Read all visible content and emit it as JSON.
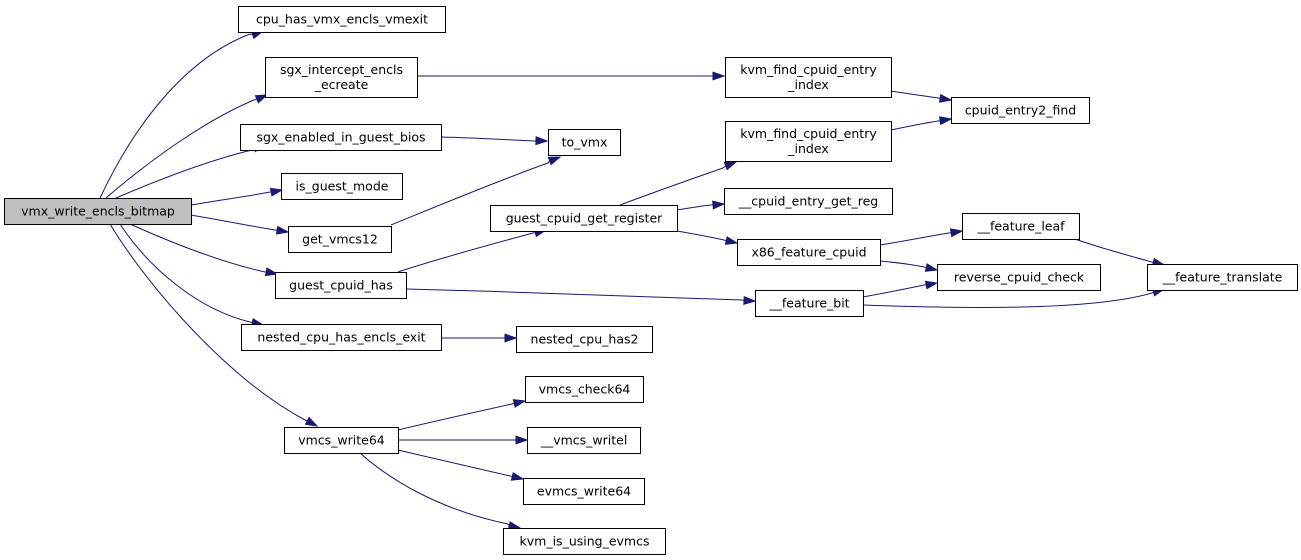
{
  "diagram": {
    "edge_color": "#191970",
    "root_fill": "#bfbfbf",
    "nodes": [
      {
        "id": "vmx_write_encls_bitmap",
        "lines": [
          "vmx_write_encls_bitmap"
        ],
        "root": true
      },
      {
        "id": "cpu_has_vmx_encls_vmexit",
        "lines": [
          "cpu_has_vmx_encls_vmexit"
        ]
      },
      {
        "id": "sgx_intercept_encls_ecreate",
        "lines": [
          "sgx_intercept_encls",
          "_ecreate"
        ]
      },
      {
        "id": "sgx_enabled_in_guest_bios",
        "lines": [
          "sgx_enabled_in_guest_bios"
        ]
      },
      {
        "id": "is_guest_mode",
        "lines": [
          "is_guest_mode"
        ]
      },
      {
        "id": "get_vmcs12",
        "lines": [
          "get_vmcs12"
        ]
      },
      {
        "id": "guest_cpuid_has",
        "lines": [
          "guest_cpuid_has"
        ]
      },
      {
        "id": "nested_cpu_has_encls_exit",
        "lines": [
          "nested_cpu_has_encls_exit"
        ]
      },
      {
        "id": "vmcs_write64",
        "lines": [
          "vmcs_write64"
        ]
      },
      {
        "id": "kvm_find_cpuid_entry_index_1",
        "lines": [
          "kvm_find_cpuid_entry",
          "_index"
        ]
      },
      {
        "id": "to_vmx",
        "lines": [
          "to_vmx"
        ]
      },
      {
        "id": "guest_cpuid_get_register",
        "lines": [
          "guest_cpuid_get_register"
        ]
      },
      {
        "id": "nested_cpu_has2",
        "lines": [
          "nested_cpu_has2"
        ]
      },
      {
        "id": "vmcs_check64",
        "lines": [
          "vmcs_check64"
        ]
      },
      {
        "id": "__vmcs_writel",
        "lines": [
          "__vmcs_writel"
        ]
      },
      {
        "id": "evmcs_write64",
        "lines": [
          "evmcs_write64"
        ]
      },
      {
        "id": "kvm_is_using_evmcs",
        "lines": [
          "kvm_is_using_evmcs"
        ]
      },
      {
        "id": "kvm_find_cpuid_entry_index_2",
        "lines": [
          "kvm_find_cpuid_entry",
          "_index"
        ]
      },
      {
        "id": "__cpuid_entry_get_reg",
        "lines": [
          "__cpuid_entry_get_reg"
        ]
      },
      {
        "id": "x86_feature_cpuid",
        "lines": [
          "x86_feature_cpuid"
        ]
      },
      {
        "id": "__feature_bit",
        "lines": [
          "__feature_bit"
        ]
      },
      {
        "id": "cpuid_entry2_find",
        "lines": [
          "cpuid_entry2_find"
        ]
      },
      {
        "id": "__feature_leaf",
        "lines": [
          "__feature_leaf"
        ]
      },
      {
        "id": "reverse_cpuid_check",
        "lines": [
          "reverse_cpuid_check"
        ]
      },
      {
        "id": "__feature_translate",
        "lines": [
          "__feature_translate"
        ]
      }
    ],
    "edges": [
      {
        "from": "vmx_write_encls_bitmap",
        "to": "cpu_has_vmx_encls_vmexit"
      },
      {
        "from": "vmx_write_encls_bitmap",
        "to": "sgx_intercept_encls_ecreate"
      },
      {
        "from": "vmx_write_encls_bitmap",
        "to": "sgx_enabled_in_guest_bios"
      },
      {
        "from": "vmx_write_encls_bitmap",
        "to": "is_guest_mode"
      },
      {
        "from": "vmx_write_encls_bitmap",
        "to": "get_vmcs12"
      },
      {
        "from": "vmx_write_encls_bitmap",
        "to": "guest_cpuid_has"
      },
      {
        "from": "vmx_write_encls_bitmap",
        "to": "nested_cpu_has_encls_exit"
      },
      {
        "from": "vmx_write_encls_bitmap",
        "to": "vmcs_write64"
      },
      {
        "from": "sgx_intercept_encls_ecreate",
        "to": "kvm_find_cpuid_entry_index_1"
      },
      {
        "from": "sgx_enabled_in_guest_bios",
        "to": "to_vmx"
      },
      {
        "from": "get_vmcs12",
        "to": "to_vmx"
      },
      {
        "from": "guest_cpuid_has",
        "to": "guest_cpuid_get_register"
      },
      {
        "from": "guest_cpuid_has",
        "to": "__feature_bit"
      },
      {
        "from": "nested_cpu_has_encls_exit",
        "to": "nested_cpu_has2"
      },
      {
        "from": "vmcs_write64",
        "to": "vmcs_check64"
      },
      {
        "from": "vmcs_write64",
        "to": "__vmcs_writel"
      },
      {
        "from": "vmcs_write64",
        "to": "evmcs_write64"
      },
      {
        "from": "vmcs_write64",
        "to": "kvm_is_using_evmcs"
      },
      {
        "from": "guest_cpuid_get_register",
        "to": "kvm_find_cpuid_entry_index_2"
      },
      {
        "from": "guest_cpuid_get_register",
        "to": "__cpuid_entry_get_reg"
      },
      {
        "from": "guest_cpuid_get_register",
        "to": "x86_feature_cpuid"
      },
      {
        "from": "kvm_find_cpuid_entry_index_1",
        "to": "cpuid_entry2_find"
      },
      {
        "from": "kvm_find_cpuid_entry_index_2",
        "to": "cpuid_entry2_find"
      },
      {
        "from": "x86_feature_cpuid",
        "to": "__feature_leaf"
      },
      {
        "from": "x86_feature_cpuid",
        "to": "reverse_cpuid_check"
      },
      {
        "from": "__feature_bit",
        "to": "reverse_cpuid_check"
      },
      {
        "from": "__feature_bit",
        "to": "__feature_translate"
      },
      {
        "from": "__feature_leaf",
        "to": "__feature_translate"
      }
    ]
  }
}
